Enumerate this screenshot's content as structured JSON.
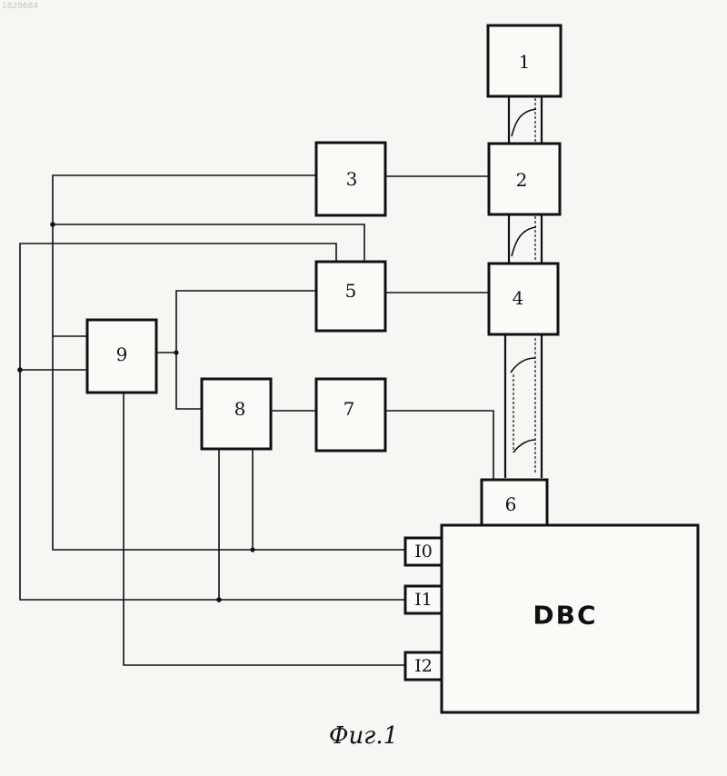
{
  "watermark": "1828684",
  "blocks": {
    "b1": "1",
    "b2": "2",
    "b3": "3",
    "b4": "4",
    "b5": "5",
    "b6": "6",
    "b7": "7",
    "b8": "8",
    "b9": "9",
    "b10": "I0",
    "b11": "I1",
    "b12": "I2",
    "dbc": "DBC"
  },
  "caption": "Фиг.1"
}
